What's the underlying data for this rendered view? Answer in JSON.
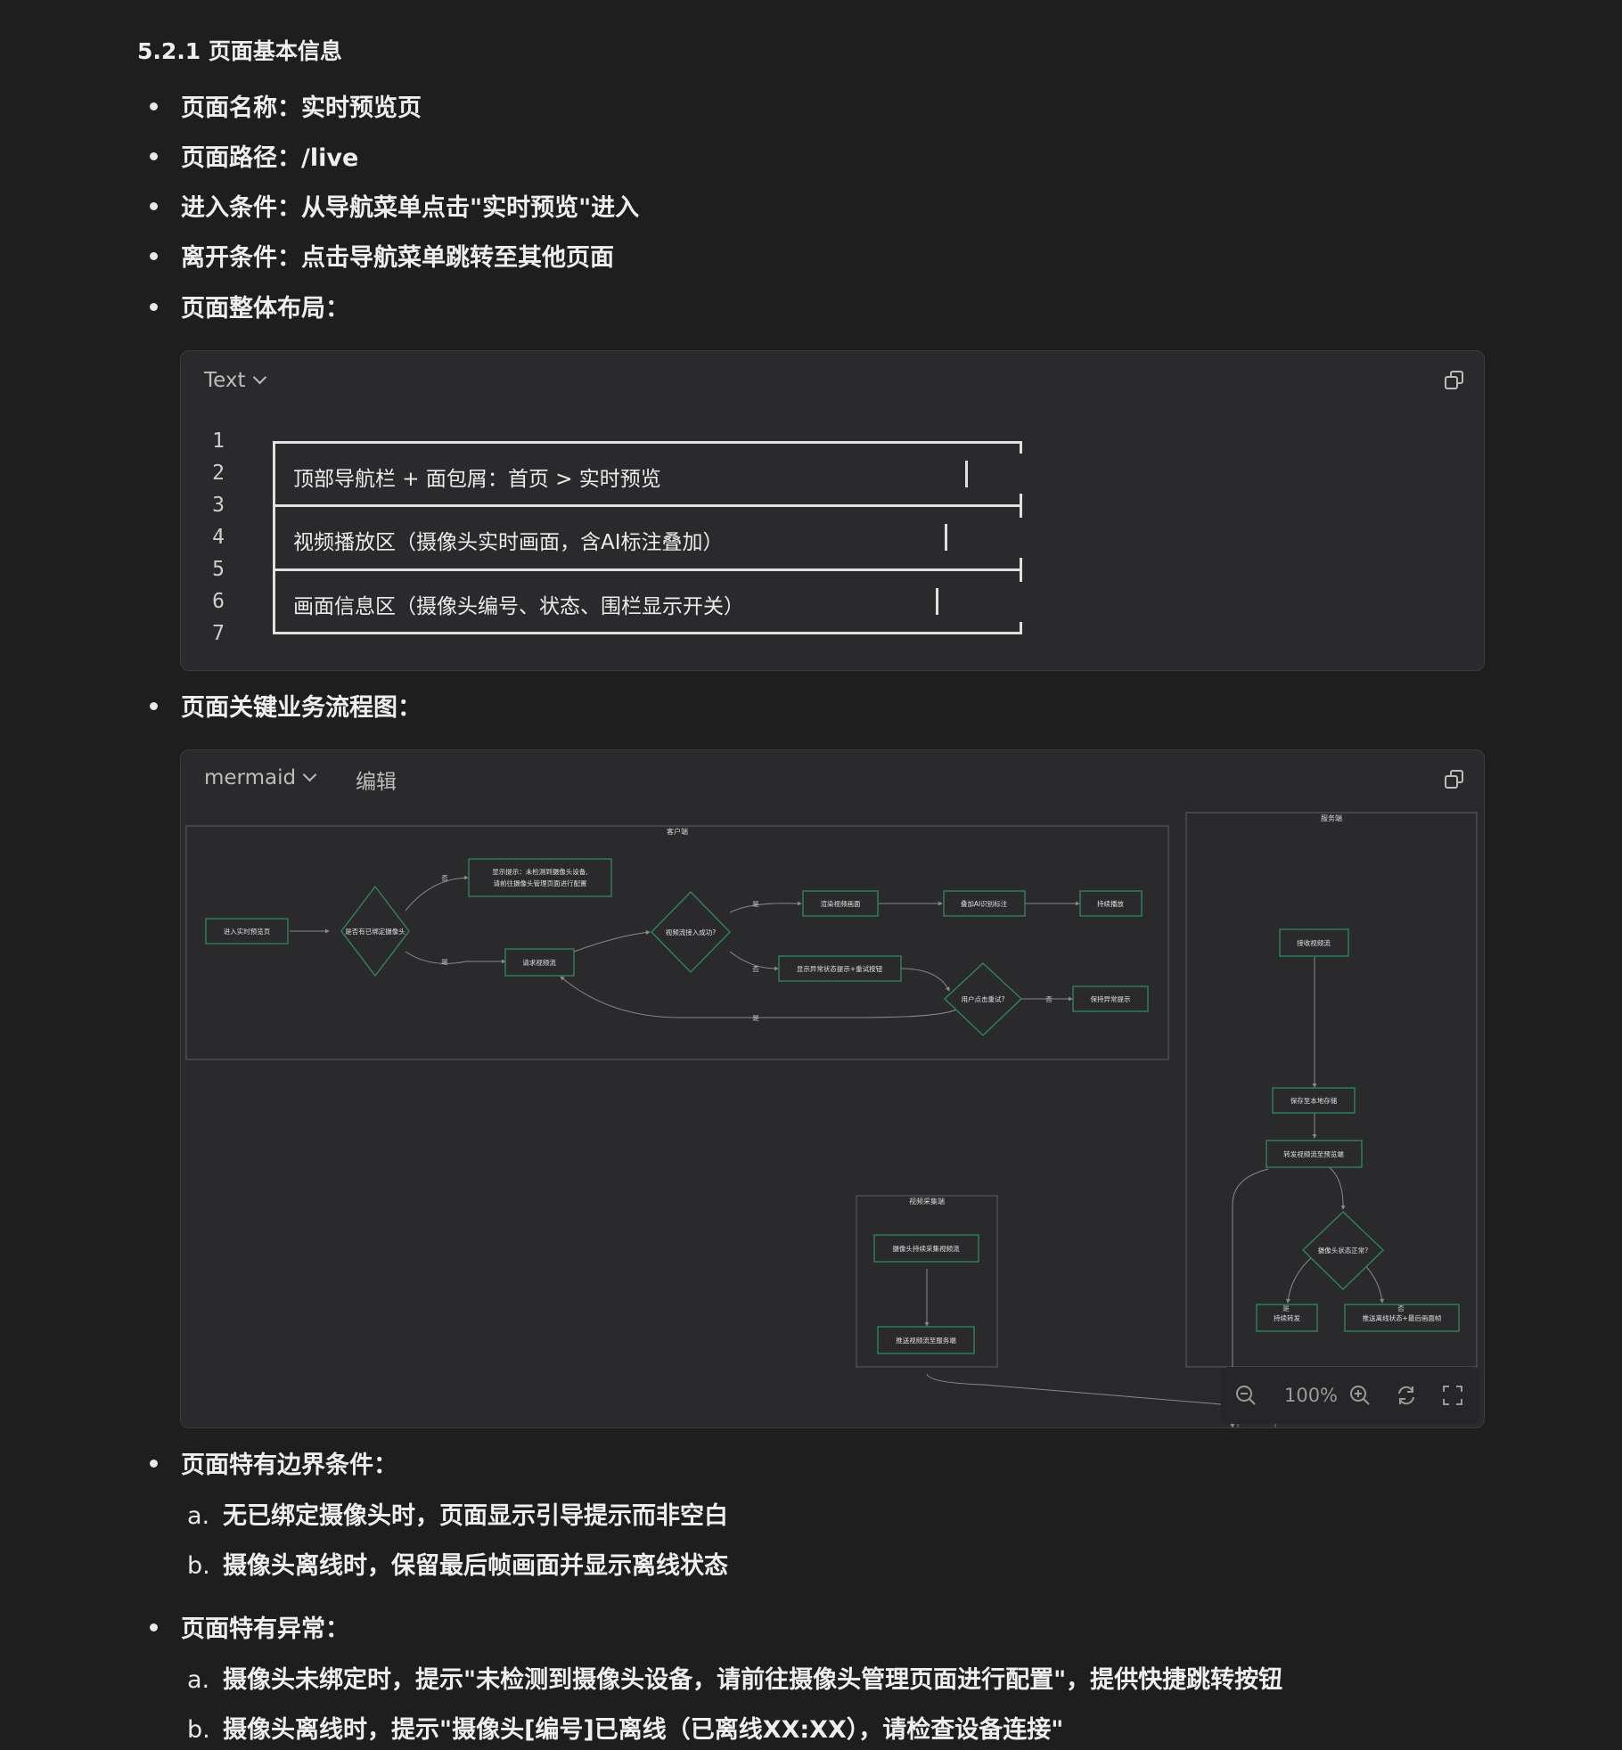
{
  "section_title": "5.2.1 页面基本信息",
  "bullets": {
    "name": "页面名称：实时预览页",
    "path": "页面路径：/live",
    "enter": "进入条件：从导航菜单点击\"实时预览\"进入",
    "leave": "离开条件：点击导航菜单跳转至其他页面",
    "layout": "页面整体布局：",
    "flow": "页面关键业务流程图：",
    "boundary": "页面特有边界条件：",
    "exceptions": "页面特有异常："
  },
  "code_block": {
    "lang": "Text",
    "line_numbers": [
      "1",
      "2",
      "3",
      "4",
      "5",
      "6",
      "7"
    ],
    "rows": [
      "顶部导航栏 + 面包屑：首页 > 实时预览",
      "视频播放区（摄像头实时画面，含AI标注叠加）",
      "画面信息区（摄像头编号、状态、围栏显示开关）"
    ]
  },
  "mermaid_block": {
    "lang": "mermaid",
    "edit_label": "编辑",
    "zoom_label": "100%",
    "clusters": {
      "client": "客户端",
      "server": "服务端",
      "capture": "视频采集端"
    },
    "nodes": {
      "enter": "进入实时预览页",
      "bound": "是否有已绑定摄像头",
      "hint1": "显示提示：未检测到摄像头设备,",
      "hint2": "请前往摄像头管理页面进行配置",
      "request": "请求视频流",
      "connected": "视频流接入成功?",
      "render": "渲染视频画面",
      "overlay": "叠加AI识别标注",
      "keep_play": "持续播放",
      "show_err": "显示异常状态提示+重试按钮",
      "retry": "用户点击重试?",
      "keep_err": "保持异常提示",
      "recv": "接收视频流",
      "save": "保存至本地存储",
      "forward": "转发视频流至预览端",
      "cam_ok": "摄像头状态正常?",
      "keep_fwd": "持续转发",
      "push_off": "推送离线状态+最后画面帧",
      "cap": "摄像头持续采集视频流",
      "push": "推送视频流至服务端"
    },
    "edges": {
      "yes": "是",
      "no": "否"
    },
    "colors": {
      "node_stroke": "#2f8a5e",
      "cluster_bg": "#2a2a2d",
      "edge": "#8a8a8a"
    }
  },
  "boundary_items": [
    {
      "mark": "a.",
      "text": "无已绑定摄像头时，页面显示引导提示而非空白"
    },
    {
      "mark": "b.",
      "text": "摄像头离线时，保留最后帧画面并显示离线状态"
    }
  ],
  "exception_items": [
    {
      "mark": "a.",
      "text": "摄像头未绑定时，提示\"未检测到摄像头设备，请前往摄像头管理页面进行配置\"，提供快捷跳转按钮"
    },
    {
      "mark": "b.",
      "text": "摄像头离线时，提示\"摄像头[编号]已离线（已离线XX:XX），请检查设备连接\""
    }
  ]
}
